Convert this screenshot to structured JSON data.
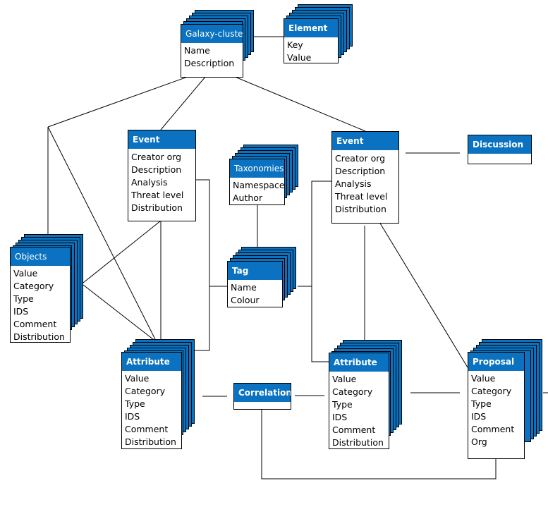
{
  "entities": {
    "galaxy_cluster": {
      "title": "Galaxy-cluster",
      "fields": [
        "Name",
        "Description"
      ]
    },
    "element": {
      "title": "Element",
      "fields": [
        "Key",
        "Value"
      ]
    },
    "event_left": {
      "title": "Event",
      "fields": [
        "Creator org",
        "Description",
        "Analysis",
        "Threat level",
        "Distribution"
      ]
    },
    "event_right": {
      "title": "Event",
      "fields": [
        "Creator org",
        "Description",
        "Analysis",
        "Threat level",
        "Distribution"
      ]
    },
    "discussion": {
      "title": "Discussion",
      "fields": []
    },
    "taxonomies": {
      "title": "Taxonomies",
      "fields": [
        "Namespace",
        "Author"
      ]
    },
    "tag": {
      "title": "Tag",
      "fields": [
        "Name",
        "Colour"
      ]
    },
    "objects": {
      "title": "Objects",
      "fields": [
        "Value",
        "Category",
        "Type",
        "IDS",
        "Comment",
        "Distribution"
      ]
    },
    "attribute_left": {
      "title": "Attribute",
      "fields": [
        "Value",
        "Category",
        "Type",
        "IDS",
        "Comment",
        "Distribution"
      ]
    },
    "correlation": {
      "title": "Correlation",
      "fields": []
    },
    "attribute_right": {
      "title": "Attribute",
      "fields": [
        "Value",
        "Category",
        "Type",
        "IDS",
        "Comment",
        "Distribution"
      ]
    },
    "proposal": {
      "title": "Proposal",
      "fields": [
        "Value",
        "Category",
        "Type",
        "IDS",
        "Comment",
        "Org"
      ]
    }
  },
  "colors": {
    "header": "#0a72c0",
    "header_text": "#ffffff",
    "line": "#000000"
  }
}
